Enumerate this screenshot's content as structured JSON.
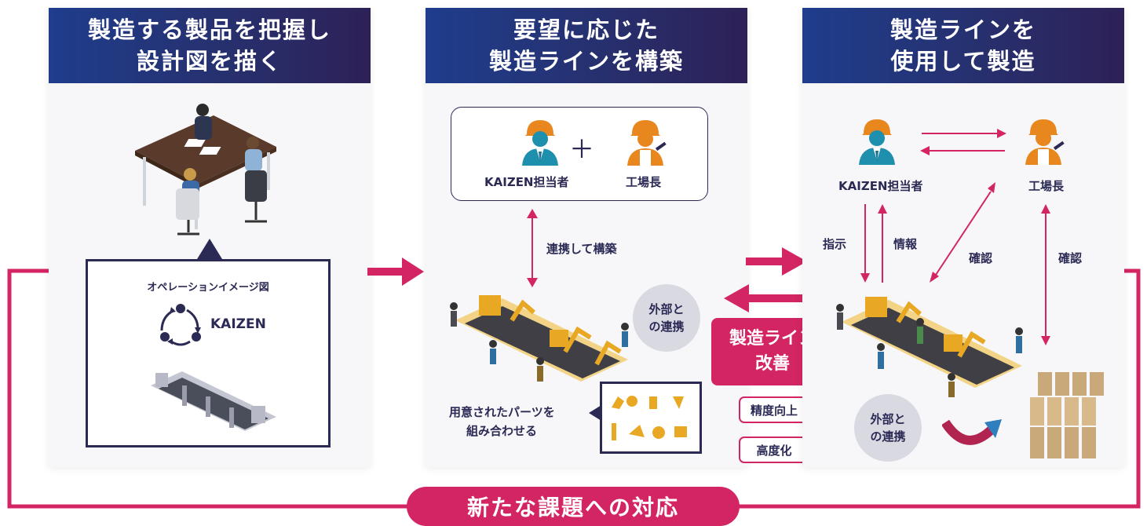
{
  "colors": {
    "navy": "#1e3d8c",
    "navy_dark": "#2d2157",
    "accent": "#d32563",
    "gold": "#e8a823",
    "text": "#2b2a55"
  },
  "panel1": {
    "title_line1": "製造する製品を把握し",
    "title_line2": "設計図を描く",
    "operation_title": "オペレーションイメージ図",
    "kaizen_label": "KAIZEN"
  },
  "panel2": {
    "title_line1": "要望に応じた",
    "title_line2": "製造ラインを構築",
    "kaizen_person": "KAIZEN担当者",
    "factory_manager": "工場長",
    "plus": "＋",
    "collaborate_label": "連携して構築",
    "external_line1": "外部と",
    "external_line2": "の連携",
    "parts_line1": "用意されたパーツを",
    "parts_line2": "組み合わせる"
  },
  "improve": {
    "title_line1": "製造ライン",
    "title_line2": "改善",
    "precision": "精度向上",
    "sophistication": "高度化"
  },
  "panel3": {
    "title_line1": "製造ラインを",
    "title_line2": "使用して製造",
    "kaizen_person": "KAIZEN担当者",
    "factory_manager": "工場長",
    "instruction": "指示",
    "information": "情報",
    "confirm1": "確認",
    "confirm2": "確認",
    "external_line1": "外部と",
    "external_line2": "の連携"
  },
  "footer": {
    "new_issues": "新たな課題への対応"
  }
}
